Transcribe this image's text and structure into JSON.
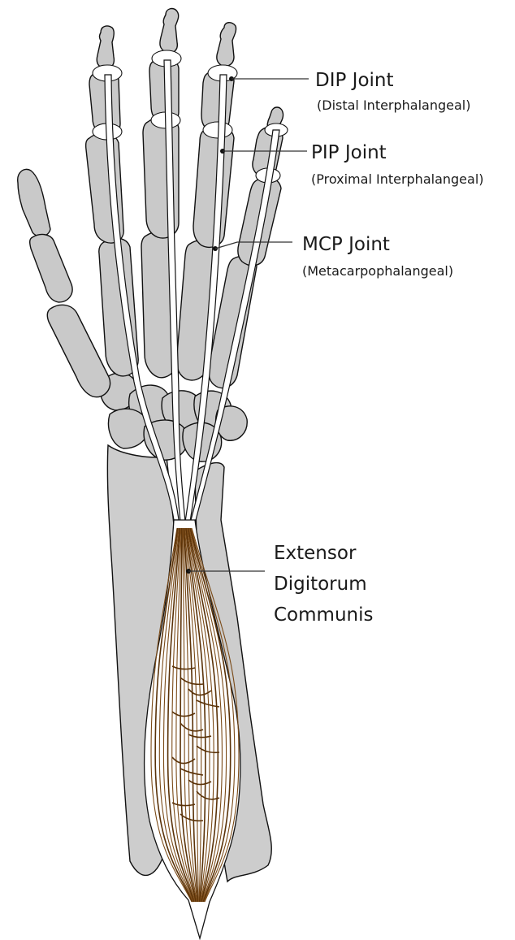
{
  "labels": {
    "dip": {
      "title": "DIP Joint",
      "subtitle": "(Distal Interphalangeal)"
    },
    "pip": {
      "title": "PIP Joint",
      "subtitle": "(Proximal Interphalangeal)"
    },
    "mcp": {
      "title": "MCP Joint",
      "subtitle": "(Metacarpophalangeal)"
    },
    "muscle": {
      "line1": "Extensor",
      "line2": "Digitorum",
      "line3": "Communis"
    }
  },
  "colors": {
    "bone": "#c9c9c9",
    "tendon": "#ffffff",
    "muscle_fiber": "#7a4a17",
    "outline": "#111111",
    "text": "#1a1a1a"
  }
}
